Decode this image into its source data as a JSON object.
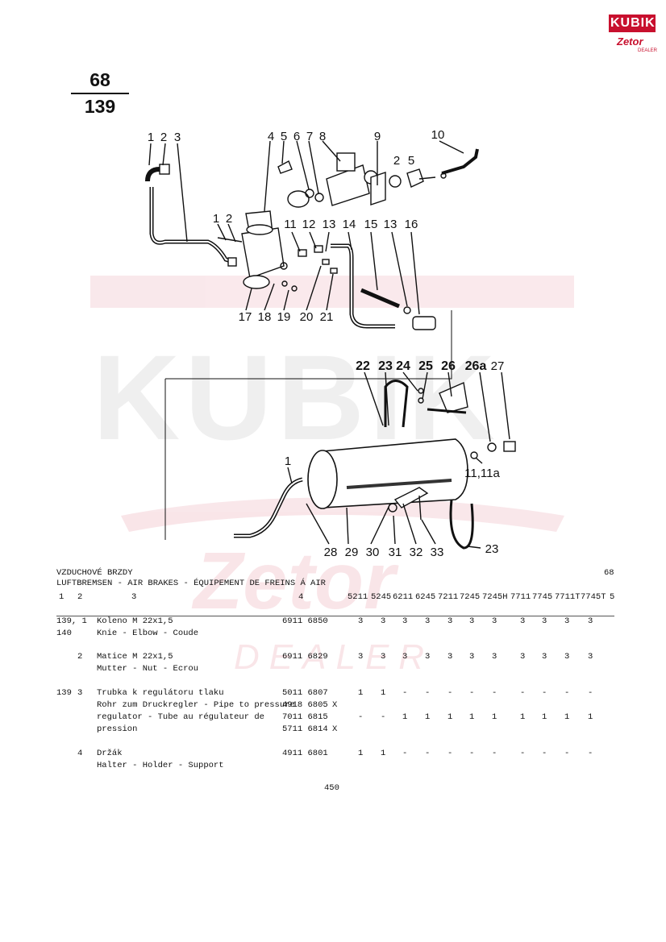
{
  "logo": {
    "brand": "KUBIK",
    "sub": "Zetor",
    "dealer": "DEALER"
  },
  "page_ref": {
    "top": "68",
    "bottom": "139"
  },
  "watermark": {
    "brand": "KUBIK",
    "sub": "Zetor",
    "dealer": "DEALER"
  },
  "diagram": {
    "callouts": [
      "1",
      "2",
      "3",
      "4",
      "5",
      "6",
      "7",
      "8",
      "9",
      "10",
      "5",
      "2",
      "1",
      "2",
      "11",
      "12",
      "13",
      "14",
      "15",
      "13",
      "16",
      "17",
      "18",
      "19",
      "20",
      "21",
      "22",
      "23",
      "24",
      "25",
      "26",
      "26a",
      "27",
      "11,11a",
      "1",
      "28",
      "29",
      "30",
      "31",
      "32",
      "33",
      "23"
    ]
  },
  "section": {
    "title": "VZDUCHOVÉ BRZDY",
    "subtitle": "LUFTBREMSEN - AIR BRAKES - ÉQUIPEMENT DE FREINS Á AIR",
    "page_ref": "68",
    "col_keys": [
      "1",
      "2",
      "3",
      "4"
    ],
    "models": [
      "5211",
      "5245",
      "6211",
      "6245",
      "7211",
      "7245",
      "7245H",
      "7711",
      "7745",
      "7711T",
      "7745T",
      "5"
    ]
  },
  "rows": [
    {
      "c1": "139, 1",
      "c1b": "140",
      "desc": [
        "Koleno M 22x1,5",
        "Knie - Elbow - Coude"
      ],
      "parts": [
        "6911 6850"
      ],
      "x": [
        ""
      ],
      "qty": [
        "3",
        "3",
        "3",
        "3",
        "3",
        "3",
        "3",
        "3",
        "3",
        "3",
        "3"
      ]
    },
    {
      "c1": "",
      "c2": "2",
      "desc": [
        "Matice M 22x1,5",
        "Mutter - Nut - Ecrou"
      ],
      "parts": [
        "6911 6829"
      ],
      "x": [
        ""
      ],
      "qty": [
        "3",
        "3",
        "3",
        "3",
        "3",
        "3",
        "3",
        "3",
        "3",
        "3",
        "3"
      ]
    },
    {
      "c1": "139",
      "c2": "3",
      "desc": [
        "Trubka k regulátoru tlaku",
        "Rohr zum Druckregler - Pipe to pressure",
        "regulator - Tube au régulateur de",
        "pression"
      ],
      "parts": [
        "5011 6807",
        "4918 6805",
        "7011 6815",
        "5711 6814"
      ],
      "x": [
        "",
        "X",
        "",
        "X"
      ],
      "qty_lines": [
        [
          "1",
          "1",
          "-",
          "-",
          "-",
          "-",
          "-",
          "-",
          "-",
          "-",
          "-"
        ],
        [
          "",
          "",
          "",
          "",
          "",
          "",
          "",
          "",
          "",
          "",
          ""
        ],
        [
          "-",
          "-",
          "1",
          "1",
          "1",
          "1",
          "1",
          "1",
          "1",
          "1",
          "1"
        ],
        [
          "",
          "",
          "",
          "",
          "",
          "",
          "",
          "",
          "",
          "",
          ""
        ]
      ]
    },
    {
      "c1": "",
      "c2": "4",
      "desc": [
        "Držák",
        "Halter - Holder - Support"
      ],
      "parts": [
        "4911 6801"
      ],
      "x": [
        ""
      ],
      "qty": [
        "1",
        "1",
        "-",
        "-",
        "-",
        "-",
        "-",
        "-",
        "-",
        "-",
        "-"
      ]
    }
  ],
  "footer": {
    "page": "450"
  }
}
